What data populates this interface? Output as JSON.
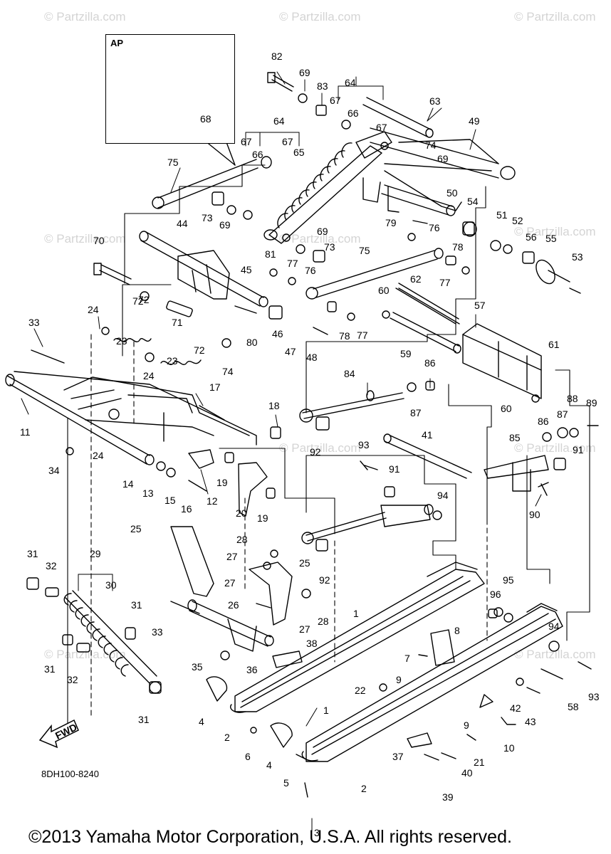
{
  "watermarks": [
    "© Partzilla.com",
    "© Partzilla.com",
    "© Partzilla.com",
    "© Partzilla.com",
    "© Partzilla.com",
    "© Partzilla.com",
    "© Partzilla.com",
    "© Partzilla.com",
    "© Partzilla.com",
    "© Partzilla.com"
  ],
  "inset": {
    "tag": "AP",
    "part": "68"
  },
  "fwd_label": "FWD",
  "drawing_code": "8DH100-8240",
  "copyright": "©2013 Yamaha Motor Corporation, U.S.A. All rights reserved.",
  "callouts": [
    "82",
    "69",
    "83",
    "64",
    "63",
    "67",
    "66",
    "67",
    "74",
    "49",
    "64",
    "67",
    "67",
    "65",
    "69",
    "66",
    "75",
    "73",
    "69",
    "50",
    "54",
    "44",
    "70",
    "79",
    "76",
    "69",
    "73",
    "51",
    "52",
    "56",
    "55",
    "53",
    "81",
    "77",
    "75",
    "78",
    "77",
    "45",
    "76",
    "62",
    "60",
    "72",
    "46",
    "72",
    "71",
    "80",
    "47",
    "48",
    "78",
    "77",
    "57",
    "24",
    "33",
    "23",
    "72",
    "59",
    "74",
    "24",
    "23",
    "61",
    "17",
    "86",
    "11",
    "84",
    "18",
    "87",
    "60",
    "24",
    "92",
    "88",
    "87",
    "89",
    "34",
    "14",
    "93",
    "41",
    "91",
    "86",
    "85",
    "13",
    "15",
    "16",
    "12",
    "19",
    "20",
    "19",
    "91",
    "25",
    "94",
    "90",
    "28",
    "92",
    "27",
    "25",
    "31",
    "32",
    "29",
    "30",
    "27",
    "95",
    "26",
    "28",
    "31",
    "96",
    "33",
    "27",
    "1",
    "8",
    "94",
    "7",
    "38",
    "36",
    "35",
    "9",
    "31",
    "32",
    "93",
    "22",
    "58",
    "42",
    "43",
    "31",
    "4",
    "1",
    "2",
    "6",
    "9",
    "4",
    "10",
    "21",
    "37",
    "40",
    "5",
    "2",
    "39",
    "3"
  ]
}
